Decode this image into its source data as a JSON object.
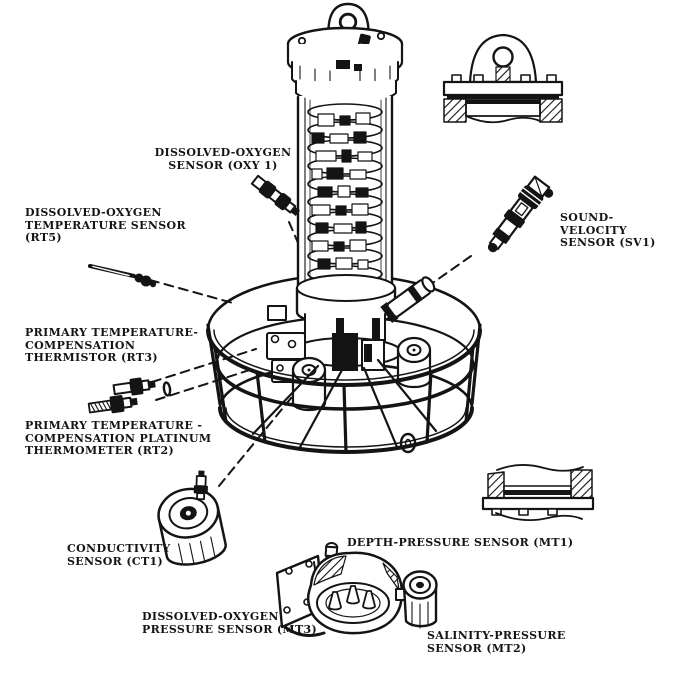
{
  "style": {
    "ink": "#141414",
    "paper": "#ffffff"
  },
  "labels": {
    "oxy1": {
      "text": "DISSOLVED-OXYGEN\nSENSOR (OXY 1)"
    },
    "rt5": {
      "text": "DISSOLVED-OXYGEN\nTEMPERATURE SENSOR\n(RT5)"
    },
    "rt3": {
      "text": "PRIMARY TEMPERATURE-\nCOMPENSATION\nTHERMISTOR (RT3)"
    },
    "rt2": {
      "text": "PRIMARY TEMPERATURE -\nCOMPENSATION PLATINUM\nTHERMOMETER (RT2)"
    },
    "sv1": {
      "text": "SOUND-VELOCITY\nSENSOR (SV1)"
    },
    "ct1": {
      "text": "CONDUCTIVITY\nSENSOR (CT1)"
    },
    "mt3": {
      "text": "DISSOLVED-OXYGEN\nPRESSURE SENSOR (MT3)"
    },
    "mt1": {
      "text": "DEPTH-PRESSURE SENSOR (MT1)"
    },
    "mt2": {
      "text": "SALINITY-PRESSURE\nSENSOR (MT2)"
    }
  }
}
